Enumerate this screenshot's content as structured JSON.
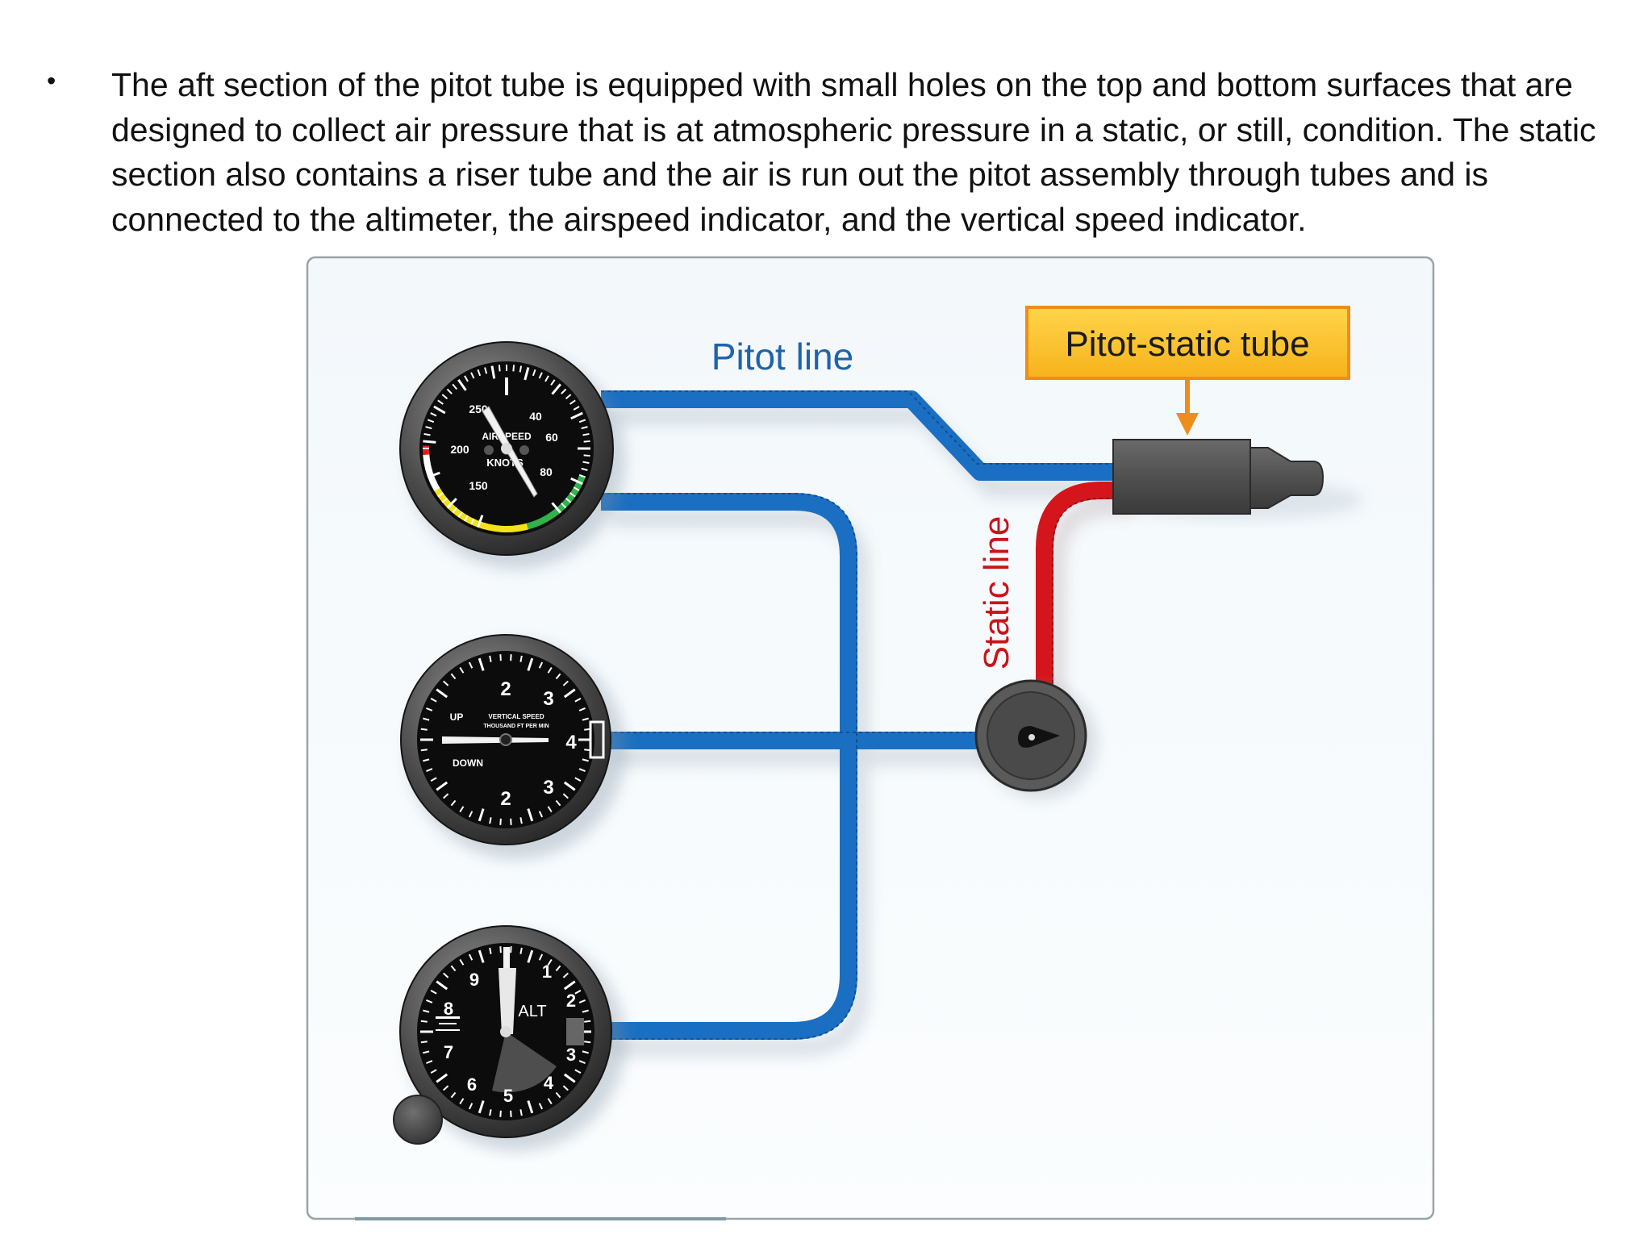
{
  "slide": {
    "bullet_glyph": "•",
    "paragraph": "The aft section of the pitot tube is equipped with small holes on the top and bottom surfaces that are designed to collect air pressure that is at atmospheric pressure in a static, or still, condition. The static section also contains a riser tube and the air is run out the pitot assembly through tubes and is connected to the altimeter, the airspeed indicator, and the vertical speed indicator."
  },
  "diagram": {
    "labels": {
      "pitot_line": "Pitot line",
      "static_line": "Static line",
      "pitot_static_tube": "Pitot-static tube"
    },
    "airspeed_indicator": {
      "face_lines": [
        "AIRSPEED",
        "KNOTS"
      ],
      "scale": [
        "250",
        "200",
        "150",
        "40",
        "60",
        "80"
      ]
    },
    "vsi": {
      "face_lines": [
        "VERTICAL SPEED",
        "THOUSAND FT PER MIN"
      ],
      "up_label": "UP",
      "down_label": "DOWN",
      "scale": [
        "2",
        "3",
        "4",
        "3",
        "2"
      ]
    },
    "altimeter": {
      "face_label": "ALT",
      "scale": [
        "9",
        "8",
        "7",
        "6",
        "5",
        "4",
        "3",
        "2",
        "1"
      ]
    },
    "colors": {
      "pitot_line": "#1b6fc2",
      "static_line": "#d4161c",
      "label_box_fill": "#fbc02d",
      "label_box_border": "#f08c1a",
      "label_text_blue": "#1e63ad",
      "label_text_red": "#c8141b",
      "panel_background": "#f3f8fb",
      "tube_body": "#505050"
    }
  }
}
